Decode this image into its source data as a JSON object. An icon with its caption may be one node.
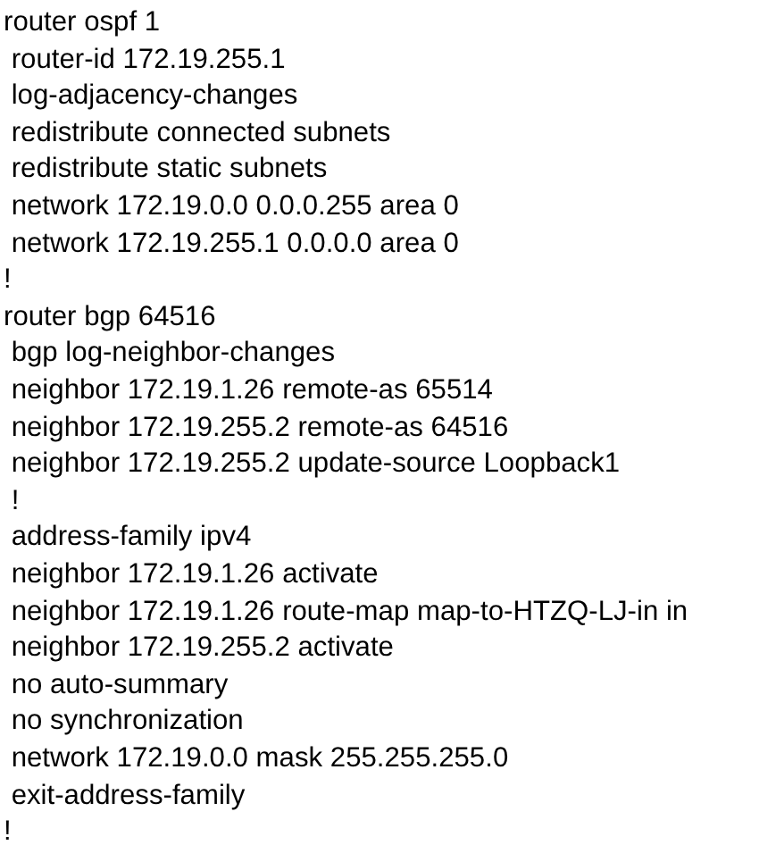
{
  "diagram": {
    "labels": [
      "router ospf 1",
      " router-id 172.19.255.1",
      " log-adjacency-changes",
      " redistribute connected subnets",
      " redistribute static subnets",
      " network 172.19.0.0 0.0.0.255 area 0",
      " network 172.19.255.1 0.0.0.0 area 0",
      "!",
      "router bgp 64516",
      " bgp log-neighbor-changes",
      " neighbor 172.19.1.26 remote-as 65514",
      " neighbor 172.19.255.2 remote-as 64516",
      " neighbor 172.19.255.2 update-source Loopback1",
      " !",
      " address-family ipv4",
      " neighbor 172.19.1.26 activate",
      " neighbor 172.19.1.26 route-map map-to-HTZQ-LJ-in in",
      " neighbor 172.19.255.2 activate",
      " no auto-summary",
      " no synchronization",
      " network 172.19.0.0 mask 255.255.255.0",
      " exit-address-family",
      "!"
    ]
  }
}
